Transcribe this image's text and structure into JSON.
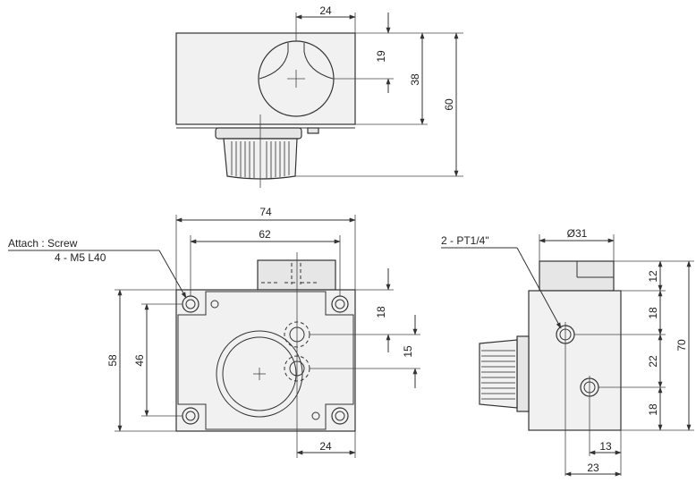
{
  "top_view": {
    "dims": {
      "d24": "24",
      "d19": "19",
      "d38": "38",
      "d60": "60"
    }
  },
  "front_view": {
    "dims": {
      "d74": "74",
      "d62": "62",
      "d58": "58",
      "d46": "46",
      "d18": "18",
      "d15": "15",
      "d24": "24"
    },
    "attach_label": "Attach : Screw",
    "screw_spec": "4 - M5 L40"
  },
  "side_view": {
    "dims": {
      "dia31": "Ø31",
      "d12": "12",
      "d18a": "18",
      "d22": "22",
      "d18b": "18",
      "d70": "70",
      "d13": "13",
      "d23": "23"
    },
    "port_label": "2 - PT1/4\""
  }
}
